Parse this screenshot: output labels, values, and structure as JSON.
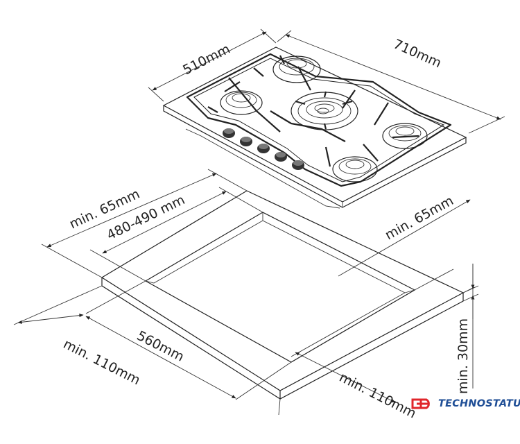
{
  "dimensions": {
    "hob_depth": "510mm",
    "hob_width": "710mm",
    "clearance_back": "min. 65mm",
    "cutout_depth": "480-490 mm",
    "clearance_right": "min. 65mm",
    "cutout_width": "560mm",
    "clearance_left": "min. 110mm",
    "clearance_front": "min. 110mm",
    "countertop_thickness": "min. 30mm"
  },
  "watermark": {
    "text": "TECHNOSTATUS",
    "color": "#1f4e96",
    "accent": "#e0262b"
  },
  "colors": {
    "line": "#222222",
    "background": "#ffffff"
  }
}
